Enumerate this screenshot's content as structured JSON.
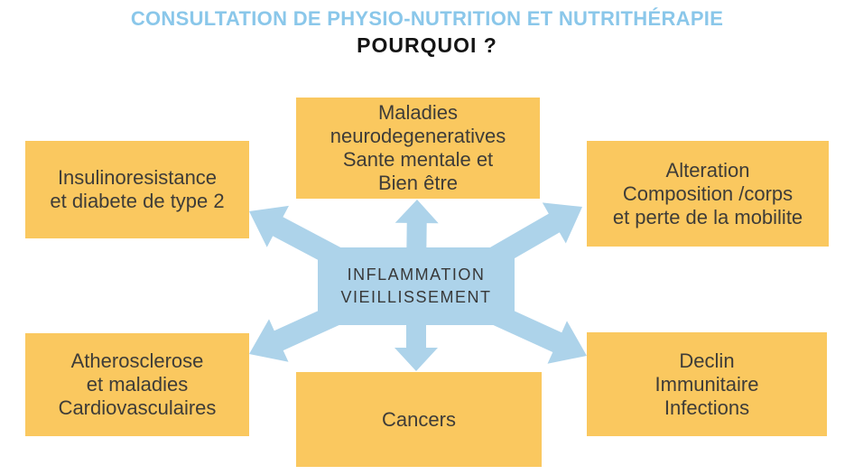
{
  "header": {
    "title": "CONSULTATION DE PHYSIO-NUTRITION ET NUTRITHÉRAPIE",
    "subtitle": "POURQUOI ?"
  },
  "center": {
    "lines": [
      "INFLAMMATION",
      "VIEILLISSEMENT"
    ]
  },
  "nodes": {
    "top_left": {
      "lines": [
        "Insulinoresistance",
        "et diabete de type 2"
      ]
    },
    "top_center": {
      "lines": [
        "Maladies",
        "neurodegeneratives",
        "Sante mentale et",
        "Bien être"
      ]
    },
    "top_right": {
      "lines": [
        "Alteration",
        "Composition /corps",
        "et perte de la mobilite"
      ]
    },
    "bottom_left": {
      "lines": [
        "Atherosclerose",
        "et maladies",
        "Cardiovasculaires"
      ]
    },
    "bottom_center": {
      "lines": [
        "Cancers"
      ]
    },
    "bottom_right": {
      "lines": [
        "Declin",
        "Immunitaire",
        "Infections"
      ]
    }
  },
  "colors": {
    "title_blue": "#8AC7EA",
    "arrow_blue": "#ADD3EA",
    "box_orange": "#FAC85F",
    "text_dark": "#3E3C38",
    "subtitle_black": "#141414"
  }
}
